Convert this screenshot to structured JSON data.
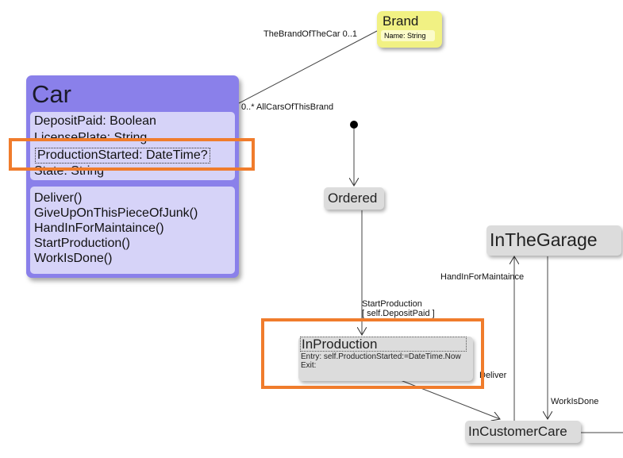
{
  "brand": {
    "name": "Brand",
    "attributes": [
      "Name: String"
    ]
  },
  "car": {
    "name": "Car",
    "attributes": [
      "DepositPaid: Boolean",
      "LicensePlate: String",
      "ProductionStarted: DateTime?",
      "State: String"
    ],
    "methods": [
      "Deliver()",
      "GiveUpOnThisPieceOfJunk()",
      "HandInForMaintaince()",
      "StartProduction()",
      "WorkIsDone()"
    ]
  },
  "association": {
    "brand_end": "TheBrandOfTheCar 0..1",
    "car_end": "0..* AllCarsOfThisBrand"
  },
  "states": {
    "ordered": "Ordered",
    "in_the_garage": "InTheGarage",
    "in_production": {
      "name": "InProduction",
      "entry": "Entry: self.ProductionStarted:=DateTime.Now",
      "exit": "Exit:"
    },
    "in_customer_care": "InCustomerCare"
  },
  "transitions": {
    "start_production": "StartProduction",
    "start_production_guard": "[ self.DepositPaid ]",
    "hand_in_for_maintaince": "HandInForMaintaince",
    "work_is_done": "WorkIsDone",
    "deliver": "Deliver"
  },
  "colors": {
    "highlight": "#f07c2c",
    "class_car": "#8a80ea",
    "class_brand": "#f1f183",
    "state_fill": "#dcdcdc"
  }
}
